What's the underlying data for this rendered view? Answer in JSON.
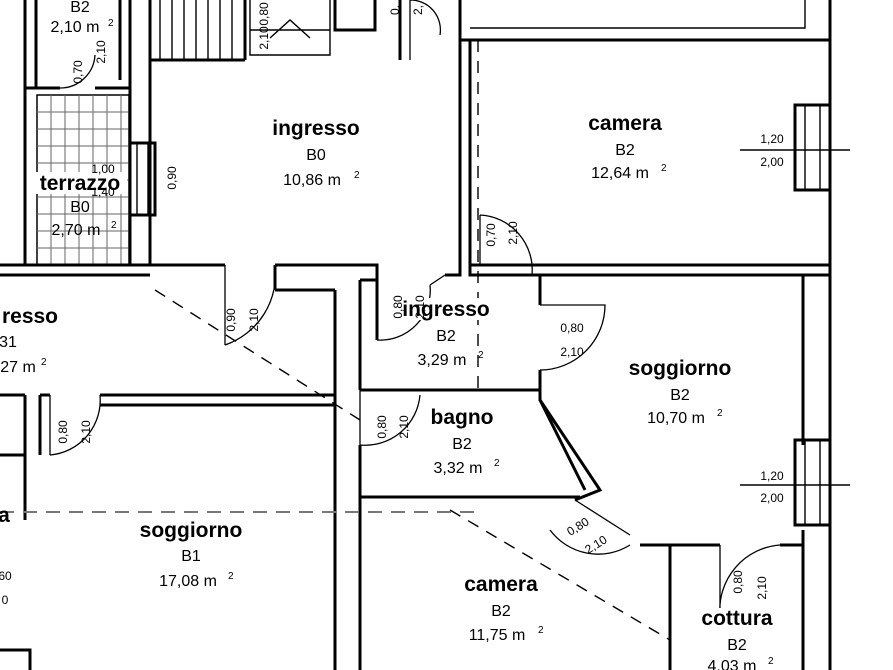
{
  "rooms": {
    "b2_top_left": {
      "code": "B2",
      "area": "2,10 m",
      "sup": "2"
    },
    "ingresso_b0": {
      "name": "ingresso",
      "code": "B0",
      "area": "10,86 m",
      "sup": "2"
    },
    "terrazzo_b0": {
      "name": "terrazzo",
      "code": "B0",
      "area": "2,70 m",
      "sup": "2"
    },
    "camera_top": {
      "name": "camera",
      "code": "B2",
      "area": "12,64 m",
      "sup": "2"
    },
    "ingresso_left": {
      "name": "resso",
      "code": "31",
      "area": "27 m",
      "sup": "2"
    },
    "ingresso_b2": {
      "name": "ingresso",
      "code": "B2",
      "area": "3,29 m",
      "sup": "2"
    },
    "bagno_b2": {
      "name": "bagno",
      "code": "B2",
      "area": "3,32 m",
      "sup": "2"
    },
    "soggiorno_b2": {
      "name": "soggiorno",
      "code": "B2",
      "area": "10,70 m",
      "sup": "2"
    },
    "soggiorno_b1": {
      "name": "soggiorno",
      "code": "B1",
      "area": "17,08 m",
      "sup": "2"
    },
    "camera_bottom": {
      "name": "camera",
      "code": "B2",
      "area": "11,75 m",
      "sup": "2"
    },
    "cottura_b2": {
      "name": "cottura",
      "code": "B2",
      "area": "4,03 m",
      "sup": "2"
    },
    "left_edge": {
      "name": "a",
      "code": "60",
      "area": "0"
    }
  },
  "dimensions": {
    "door_topleft_w": "0,70",
    "door_topleft_h": "2,10",
    "stair_a": "0,80",
    "stair_b": "2,10",
    "window_terrazzo_w": "1,00",
    "window_terrazzo_h": "1,40",
    "door_terrazzo": "0,90",
    "door_cam_top_w": "0,70",
    "door_cam_top_h": "2,10",
    "window_cam_top_w": "1,20",
    "window_cam_top_h": "2,00",
    "door_ingB0_w": "0,90",
    "door_ingB0_h": "2,10",
    "door_ingB2_w": "0,80",
    "door_ingB2_h": "2,10",
    "door_sogB2_w": "0,80",
    "door_sogB2_h": "2,10",
    "window_sogB2_w": "1,20",
    "window_sogB2_h": "2,00",
    "door_sogB1_w": "0,80",
    "door_sogB1_h": "2,10",
    "door_bagno_w": "0,80",
    "door_bagno_h": "2,10",
    "door_camB_w": "0,80",
    "door_camB_h": "2,10",
    "door_cottura_w": "0,80",
    "door_cottura_h": "2,10",
    "small_top_a": "0,",
    "small_top_b": "2,"
  }
}
